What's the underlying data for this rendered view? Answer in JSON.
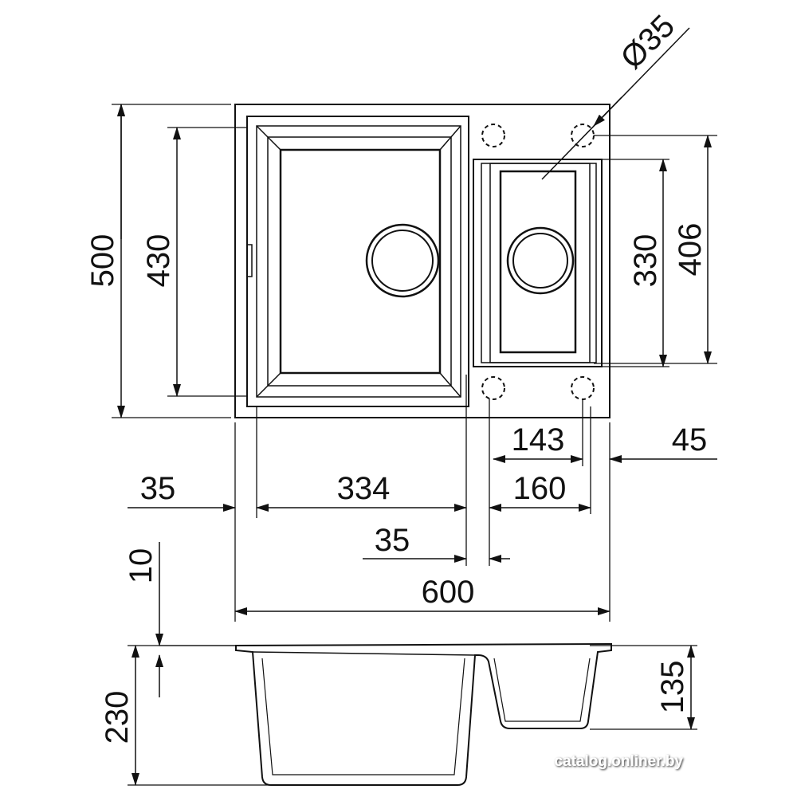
{
  "drawing": {
    "stroke_color": "#111111",
    "background_color": "#ffffff"
  },
  "plan_view": {
    "dimensions": {
      "total_depth": "500",
      "main_bowl_depth": "430",
      "small_bowl_inner_depth": "330",
      "tap_hole_spacing_depth": "406",
      "tap_hole_diameter": "Ø35",
      "tap_hole_spacing_width": "143",
      "right_edge_offset": "45",
      "left_edge_offset": "35",
      "main_bowl_width": "334",
      "small_bowl_width": "160",
      "partition_width": "35",
      "total_width": "600"
    }
  },
  "section_view": {
    "dimensions": {
      "rim_thickness": "10",
      "main_bowl_height": "230",
      "small_bowl_height": "135"
    }
  },
  "watermark": {
    "text": "catalog.onliner.by"
  }
}
